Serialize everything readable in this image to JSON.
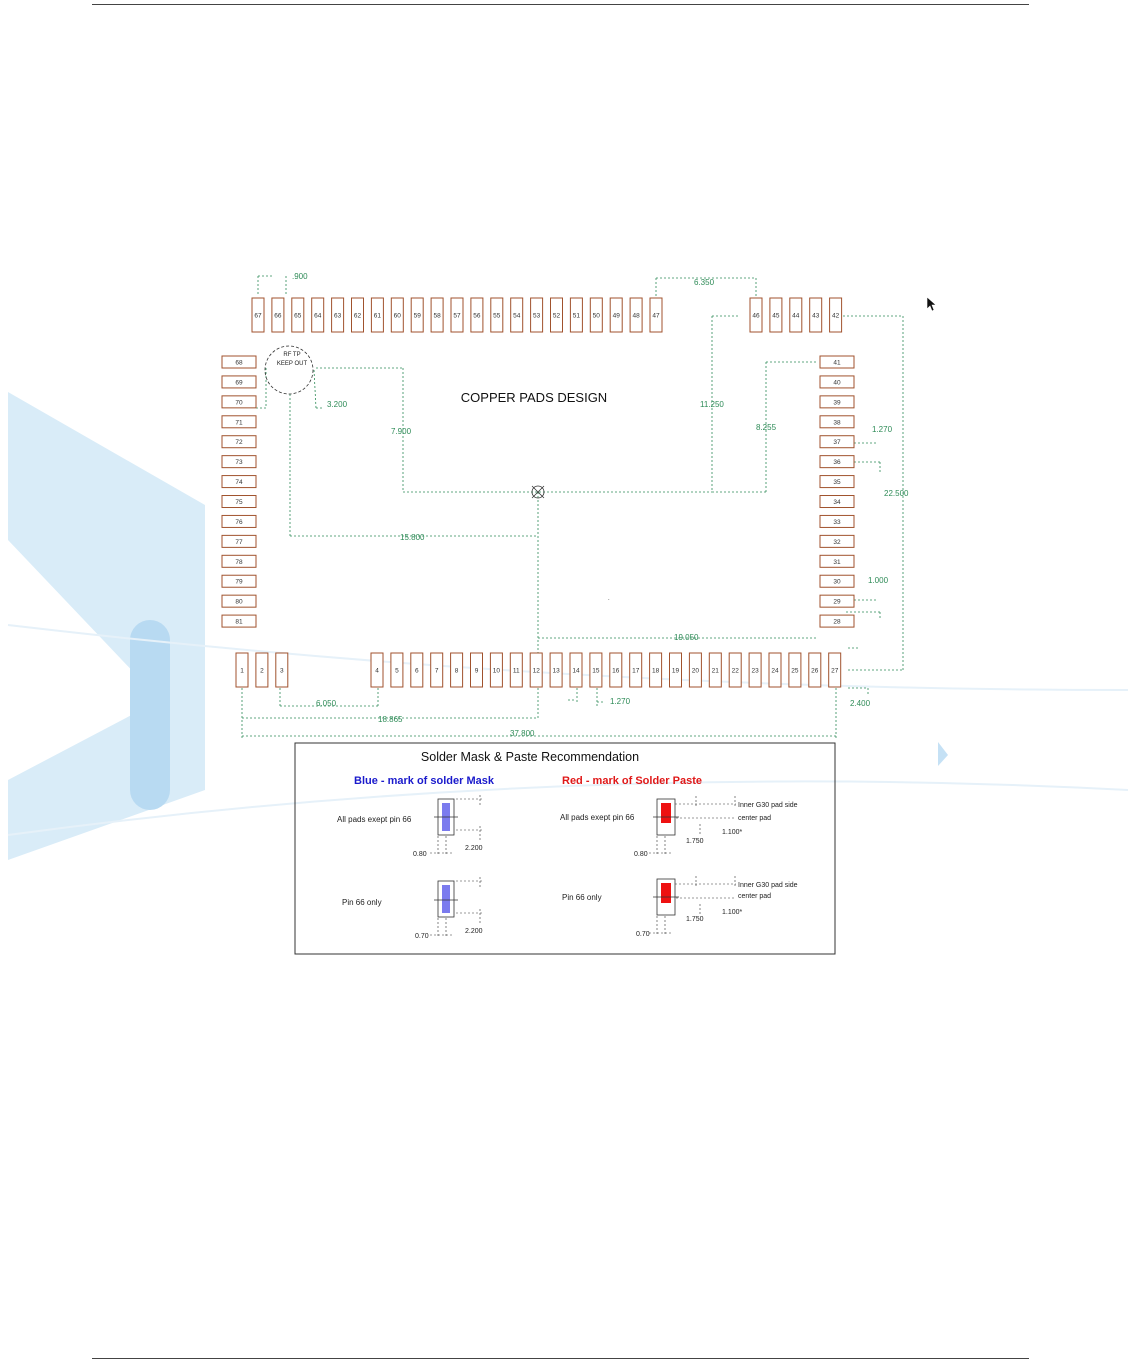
{
  "title": "COPPER PADS DESIGN",
  "rf_keepout": [
    "RF TP",
    "KEEP OUT"
  ],
  "colors": {
    "pad": "#a0522d",
    "dim": "#2e8b57",
    "mask": "#7b7bee",
    "paste": "#ee1111",
    "watermark": "#cfe6f6"
  },
  "pads": {
    "top": [
      "67",
      "66",
      "65",
      "64",
      "63",
      "62",
      "61",
      "60",
      "59",
      "58",
      "57",
      "56",
      "55",
      "54",
      "53",
      "52",
      "51",
      "50",
      "49",
      "48",
      "47",
      "46",
      "45",
      "44",
      "43",
      "42"
    ],
    "left": [
      "68",
      "69",
      "70",
      "71",
      "72",
      "73",
      "74",
      "75",
      "76",
      "77",
      "78",
      "79",
      "80",
      "81"
    ],
    "right": [
      "41",
      "40",
      "39",
      "38",
      "37",
      "36",
      "35",
      "34",
      "33",
      "32",
      "31",
      "30",
      "29",
      "28"
    ],
    "bottom": [
      "1",
      "2",
      "3",
      "4",
      "5",
      "6",
      "7",
      "8",
      "9",
      "10",
      "11",
      "12",
      "13",
      "14",
      "15",
      "16",
      "17",
      "18",
      "19",
      "20",
      "21",
      "22",
      "23",
      "24",
      "25",
      "26",
      "27"
    ]
  },
  "dimensions": {
    "pitch_top": ".900",
    "gap_top": "6.350",
    "rf_offset": "3.200",
    "d_7900": "7.900",
    "d_11250": "11.250",
    "d_8255": "8.255",
    "d_1270_right": "1.270",
    "d_22500": "22.500",
    "d_15800": "15.800",
    "d_1000": "1.000",
    "d_19050": "19.050",
    "d_6050": "6.050",
    "d_1270_bottom": "1.270",
    "d_2400": "2.400",
    "d_18865": "18.865",
    "d_37800": "37.800"
  },
  "recommendation": {
    "title": "Solder Mask & Paste Recommendation",
    "blue_heading": "Blue - mark of solder Mask",
    "red_heading": "Red - mark of Solder Paste",
    "row1_label_left": "All pads exept pin 66",
    "row1_label_right": "All pads exept pin 66",
    "row2_label_left": "Pin 66 only",
    "row2_label_right": "Pin 66 only",
    "mask_w1": "0.80",
    "mask_w2": "0.70",
    "mask_h": "2.200",
    "paste_w1": "0.80",
    "paste_w2": "0.70",
    "paste_h": "1.750",
    "paste_offset": "1.100*",
    "inner_label": "Inner G30 pad side",
    "center_label": "center pad"
  }
}
